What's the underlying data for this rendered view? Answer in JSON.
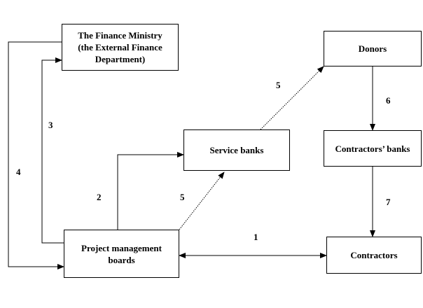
{
  "nodes": {
    "finance_ministry": "The Finance Ministry (the External Finance Department)",
    "finance_ministry_lines": [
      "The Finance Ministry",
      "(the External Finance",
      "Department)"
    ],
    "donors": "Donors",
    "service_banks": "Service banks",
    "contractors_banks": "Contractors’ banks",
    "project_boards_lines": [
      "Project management",
      "boards"
    ],
    "contractors": "Contractors"
  },
  "edges": [
    {
      "from": "project_management_boards",
      "to": "contractors",
      "label": "1",
      "bidirectional": true
    },
    {
      "from": "project_management_boards",
      "to": "service_banks",
      "label": "2"
    },
    {
      "from": "project_management_boards",
      "to": "finance_ministry",
      "label": "3"
    },
    {
      "from": "finance_ministry",
      "to": "project_management_boards",
      "label": "4"
    },
    {
      "from": "project_management_boards",
      "to": "service_banks",
      "label": "5",
      "style": "dotted"
    },
    {
      "from": "service_banks",
      "to": "donors",
      "label": "5",
      "style": "dotted"
    },
    {
      "from": "donors",
      "to": "contractors_banks",
      "label": "6"
    },
    {
      "from": "contractors_banks",
      "to": "contractors",
      "label": "7"
    }
  ]
}
